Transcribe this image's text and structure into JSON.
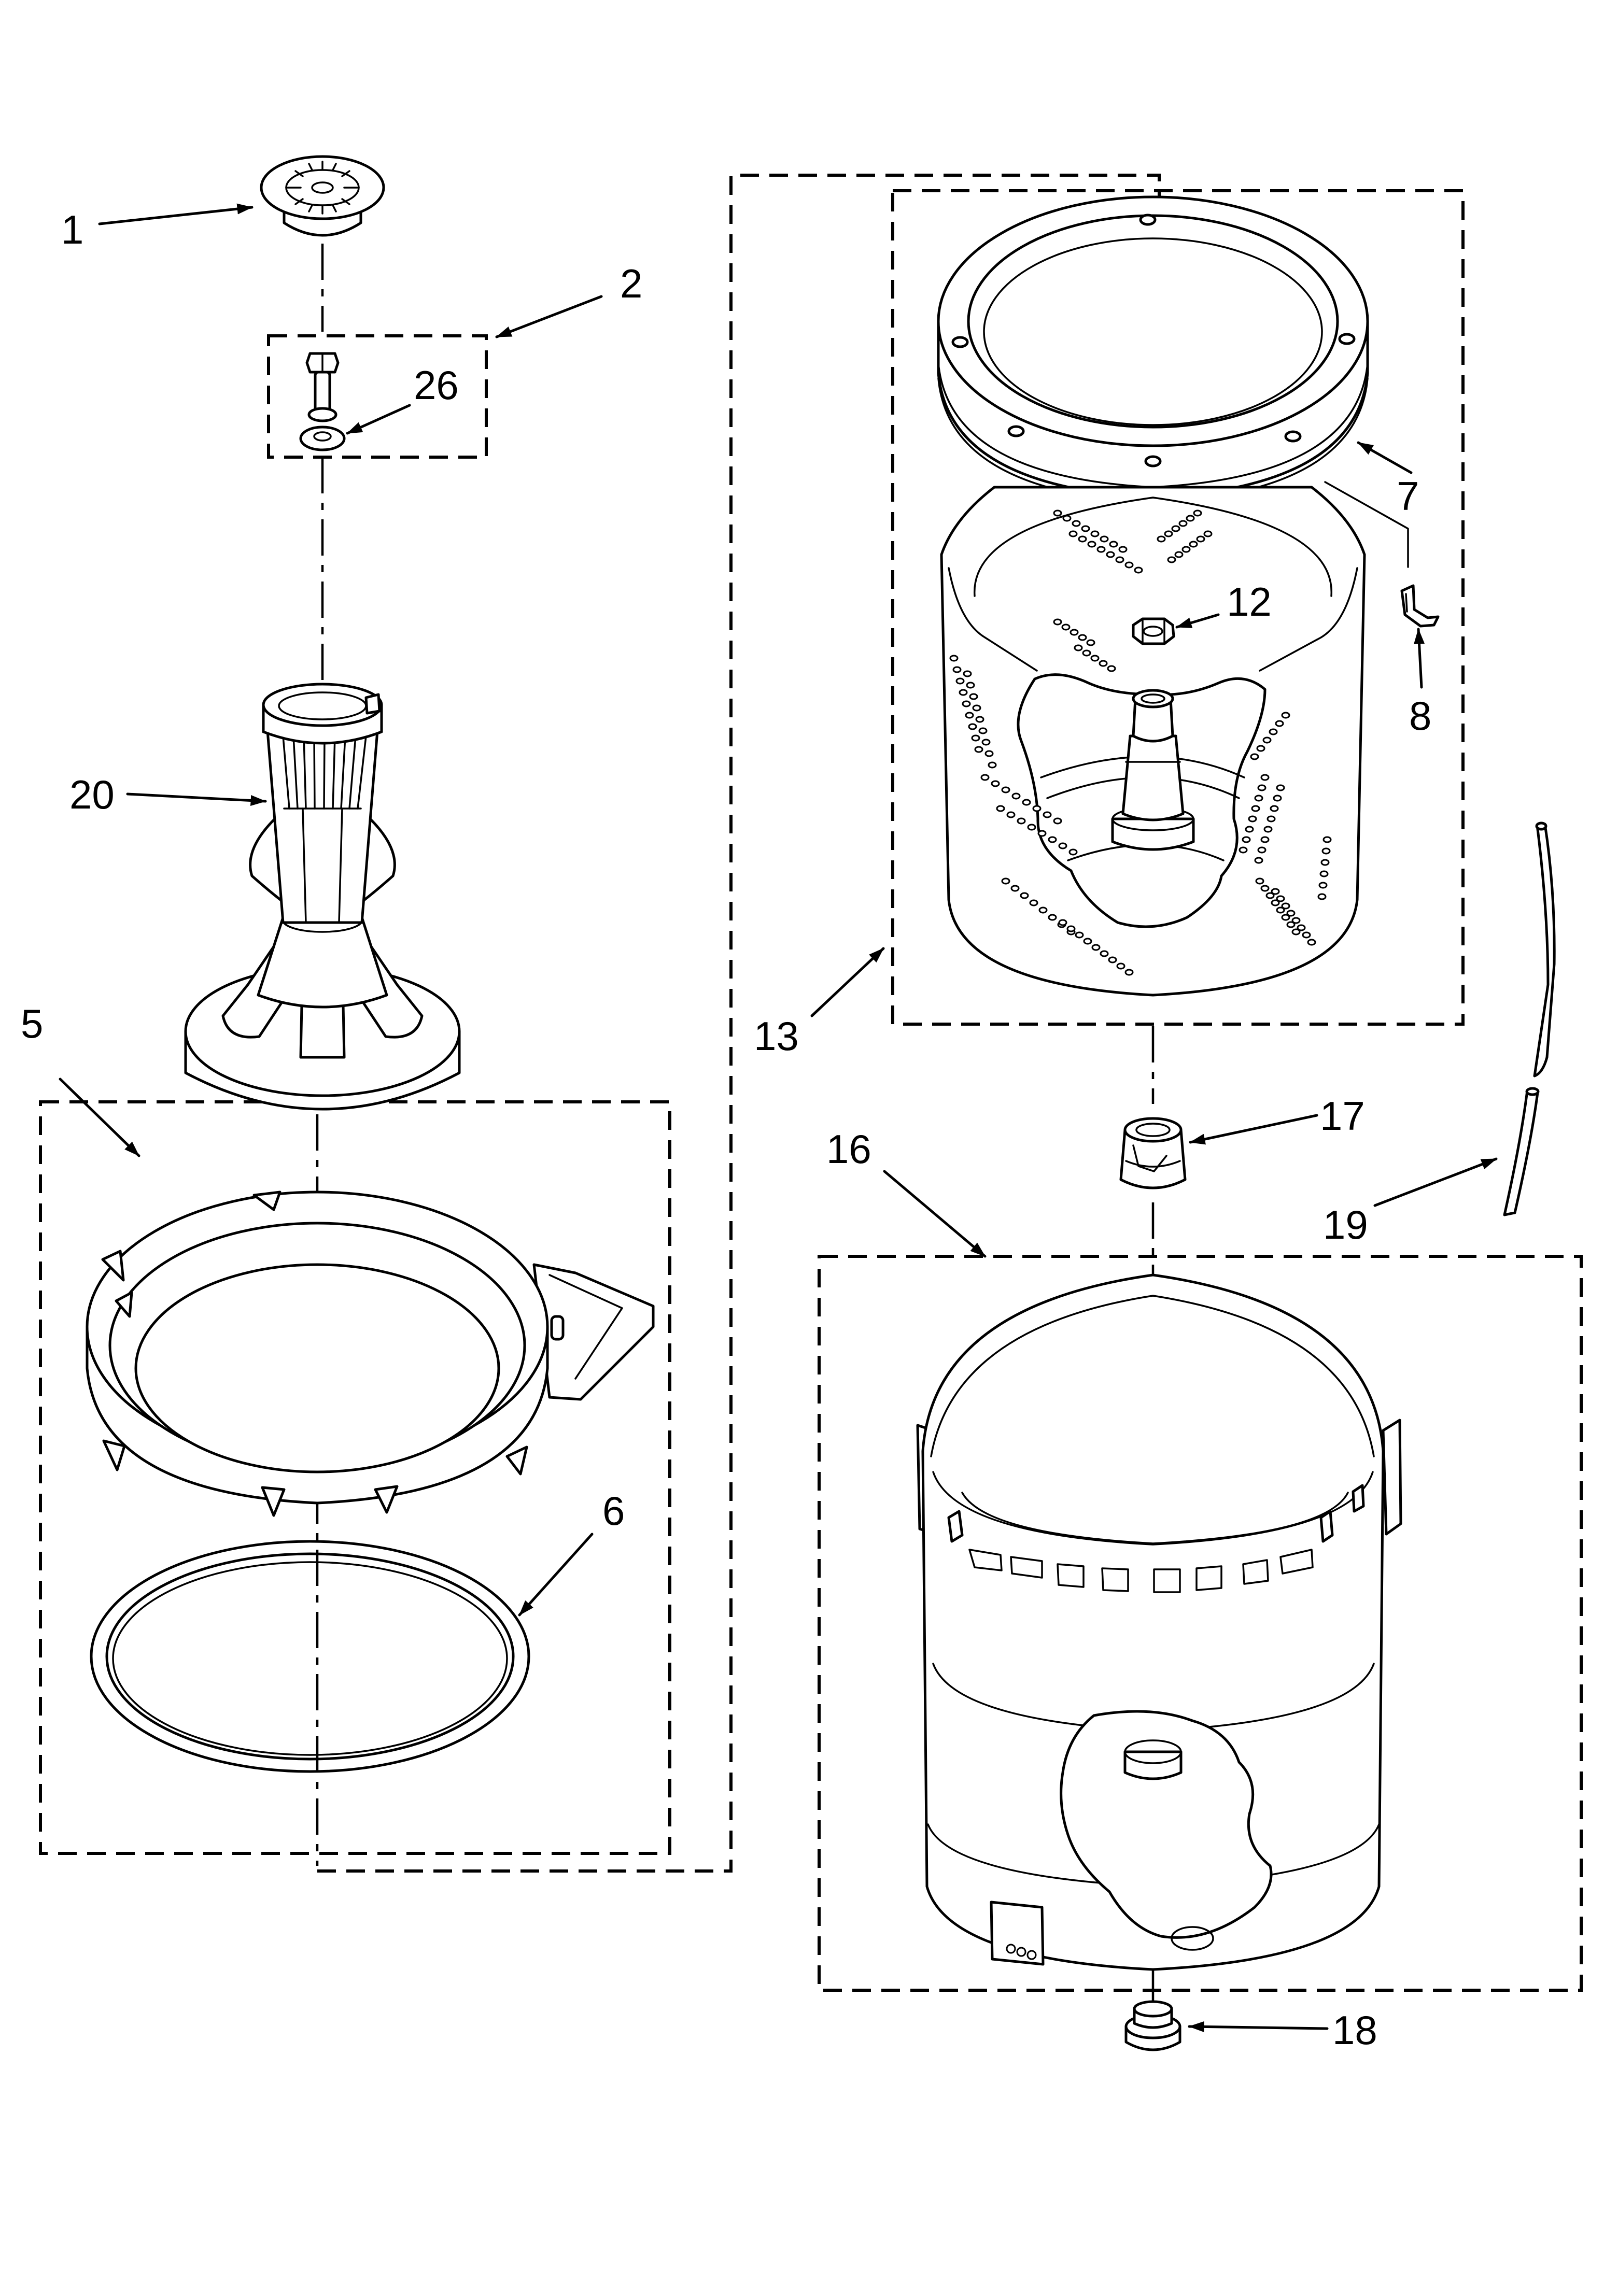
{
  "callouts": {
    "c1": "1",
    "c2": "2",
    "c26": "26",
    "c20": "20",
    "c5": "5",
    "c6": "6",
    "c7": "7",
    "c12": "12",
    "c8": "8",
    "c13": "13",
    "c16": "16",
    "c17": "17",
    "c19": "19",
    "c18": "18"
  }
}
